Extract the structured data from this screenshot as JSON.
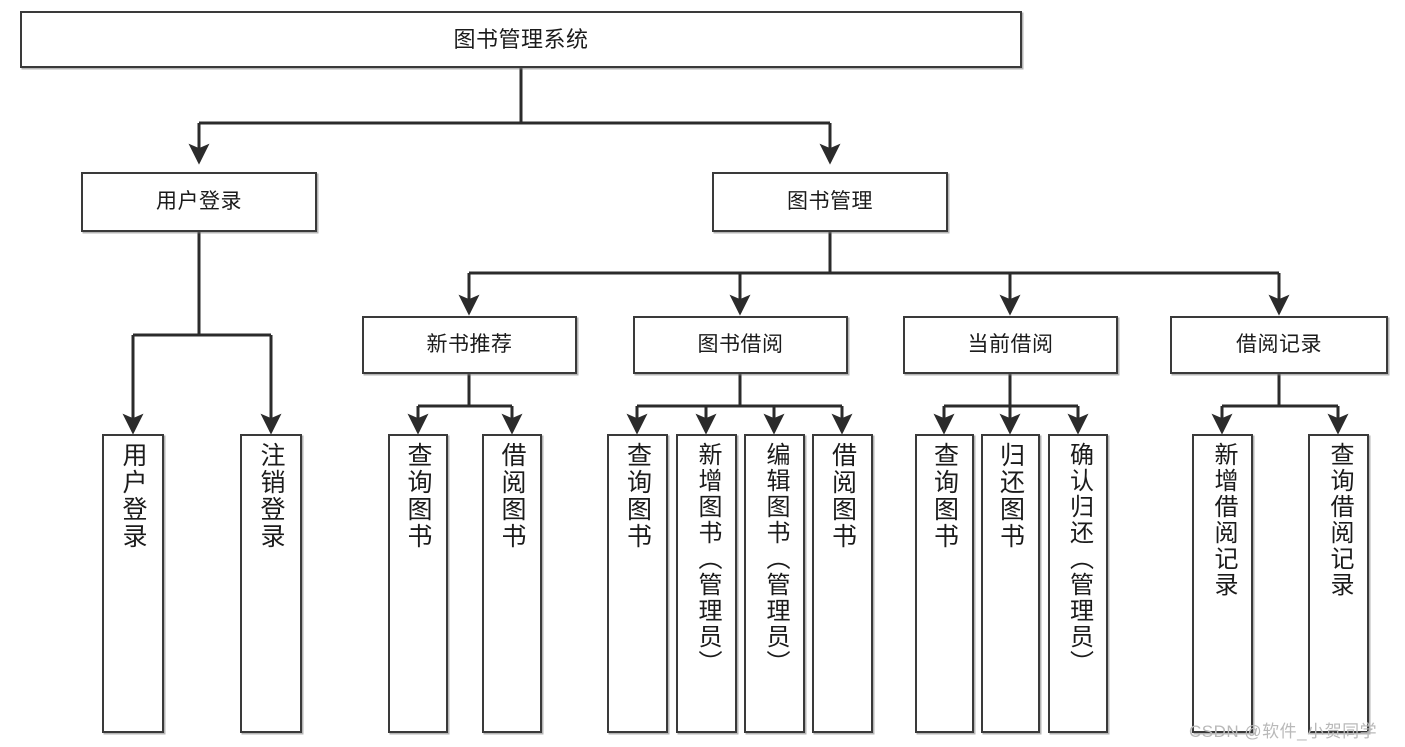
{
  "diagram": {
    "type": "tree",
    "title": "图书管理系统",
    "watermark": "CSDN @软件_小贺同学",
    "colors": {
      "box_border": "#3a3a3a",
      "box_fill": "#ffffff",
      "connector": "#2b2b2b",
      "text": "#1b1b1b",
      "watermark": "#b9b9b9"
    },
    "root": {
      "label": "图书管理系统"
    },
    "level2": [
      {
        "label": "用户登录"
      },
      {
        "label": "图书管理"
      }
    ],
    "level3": [
      {
        "label": "新书推荐"
      },
      {
        "label": "图书借阅"
      },
      {
        "label": "当前借阅"
      },
      {
        "label": "借阅记录"
      }
    ],
    "leaves": {
      "user_login": [
        {
          "label": "用户登录"
        },
        {
          "label": "注销登录"
        }
      ],
      "new_book": [
        {
          "label": "查询图书"
        },
        {
          "label": "借阅图书"
        }
      ],
      "book_borrow": [
        {
          "label": "查询图书"
        },
        {
          "label": "新增图书（管理员）"
        },
        {
          "label": "编辑图书（管理员）"
        },
        {
          "label": "借阅图书"
        }
      ],
      "current_borrow": [
        {
          "label": "查询图书"
        },
        {
          "label": "归还图书"
        },
        {
          "label": "确认归还（管理员）"
        }
      ],
      "borrow_record": [
        {
          "label": "新增借阅记录"
        },
        {
          "label": "查询借阅记录"
        }
      ]
    }
  }
}
